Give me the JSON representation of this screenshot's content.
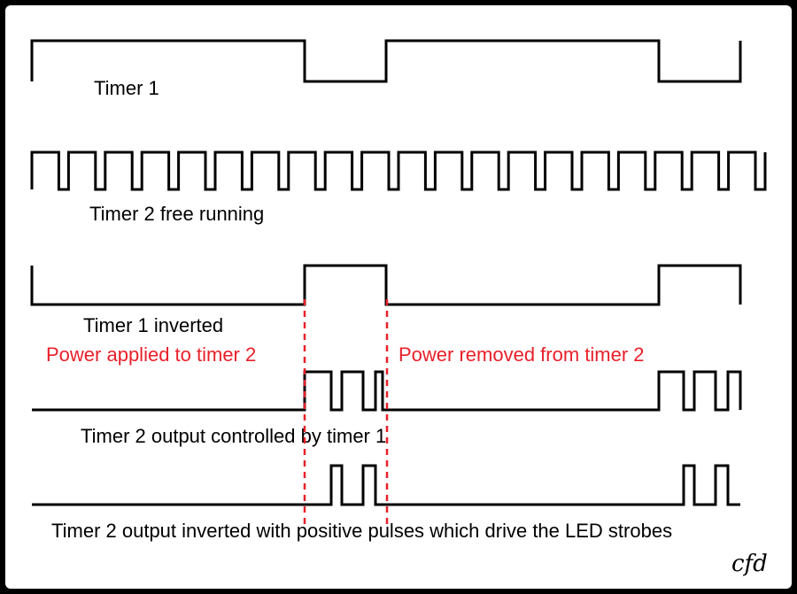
{
  "labels": {
    "timer1": "Timer 1",
    "timer2_free": "Timer 2 free running",
    "timer1_inverted": "Timer 1 inverted",
    "timer2_controlled": "Timer 2 output controlled by timer 1",
    "timer2_inverted": "Timer 2 output inverted with positive pulses which drive the LED strobes"
  },
  "annotations": {
    "power_applied": "Power applied to  timer 2",
    "power_removed": "Power removed from timer 2"
  },
  "colors": {
    "frame": "#000000",
    "background": "#ffffff",
    "signal": "#000000",
    "annotation": "#e8202a"
  },
  "signature": "cfd"
}
